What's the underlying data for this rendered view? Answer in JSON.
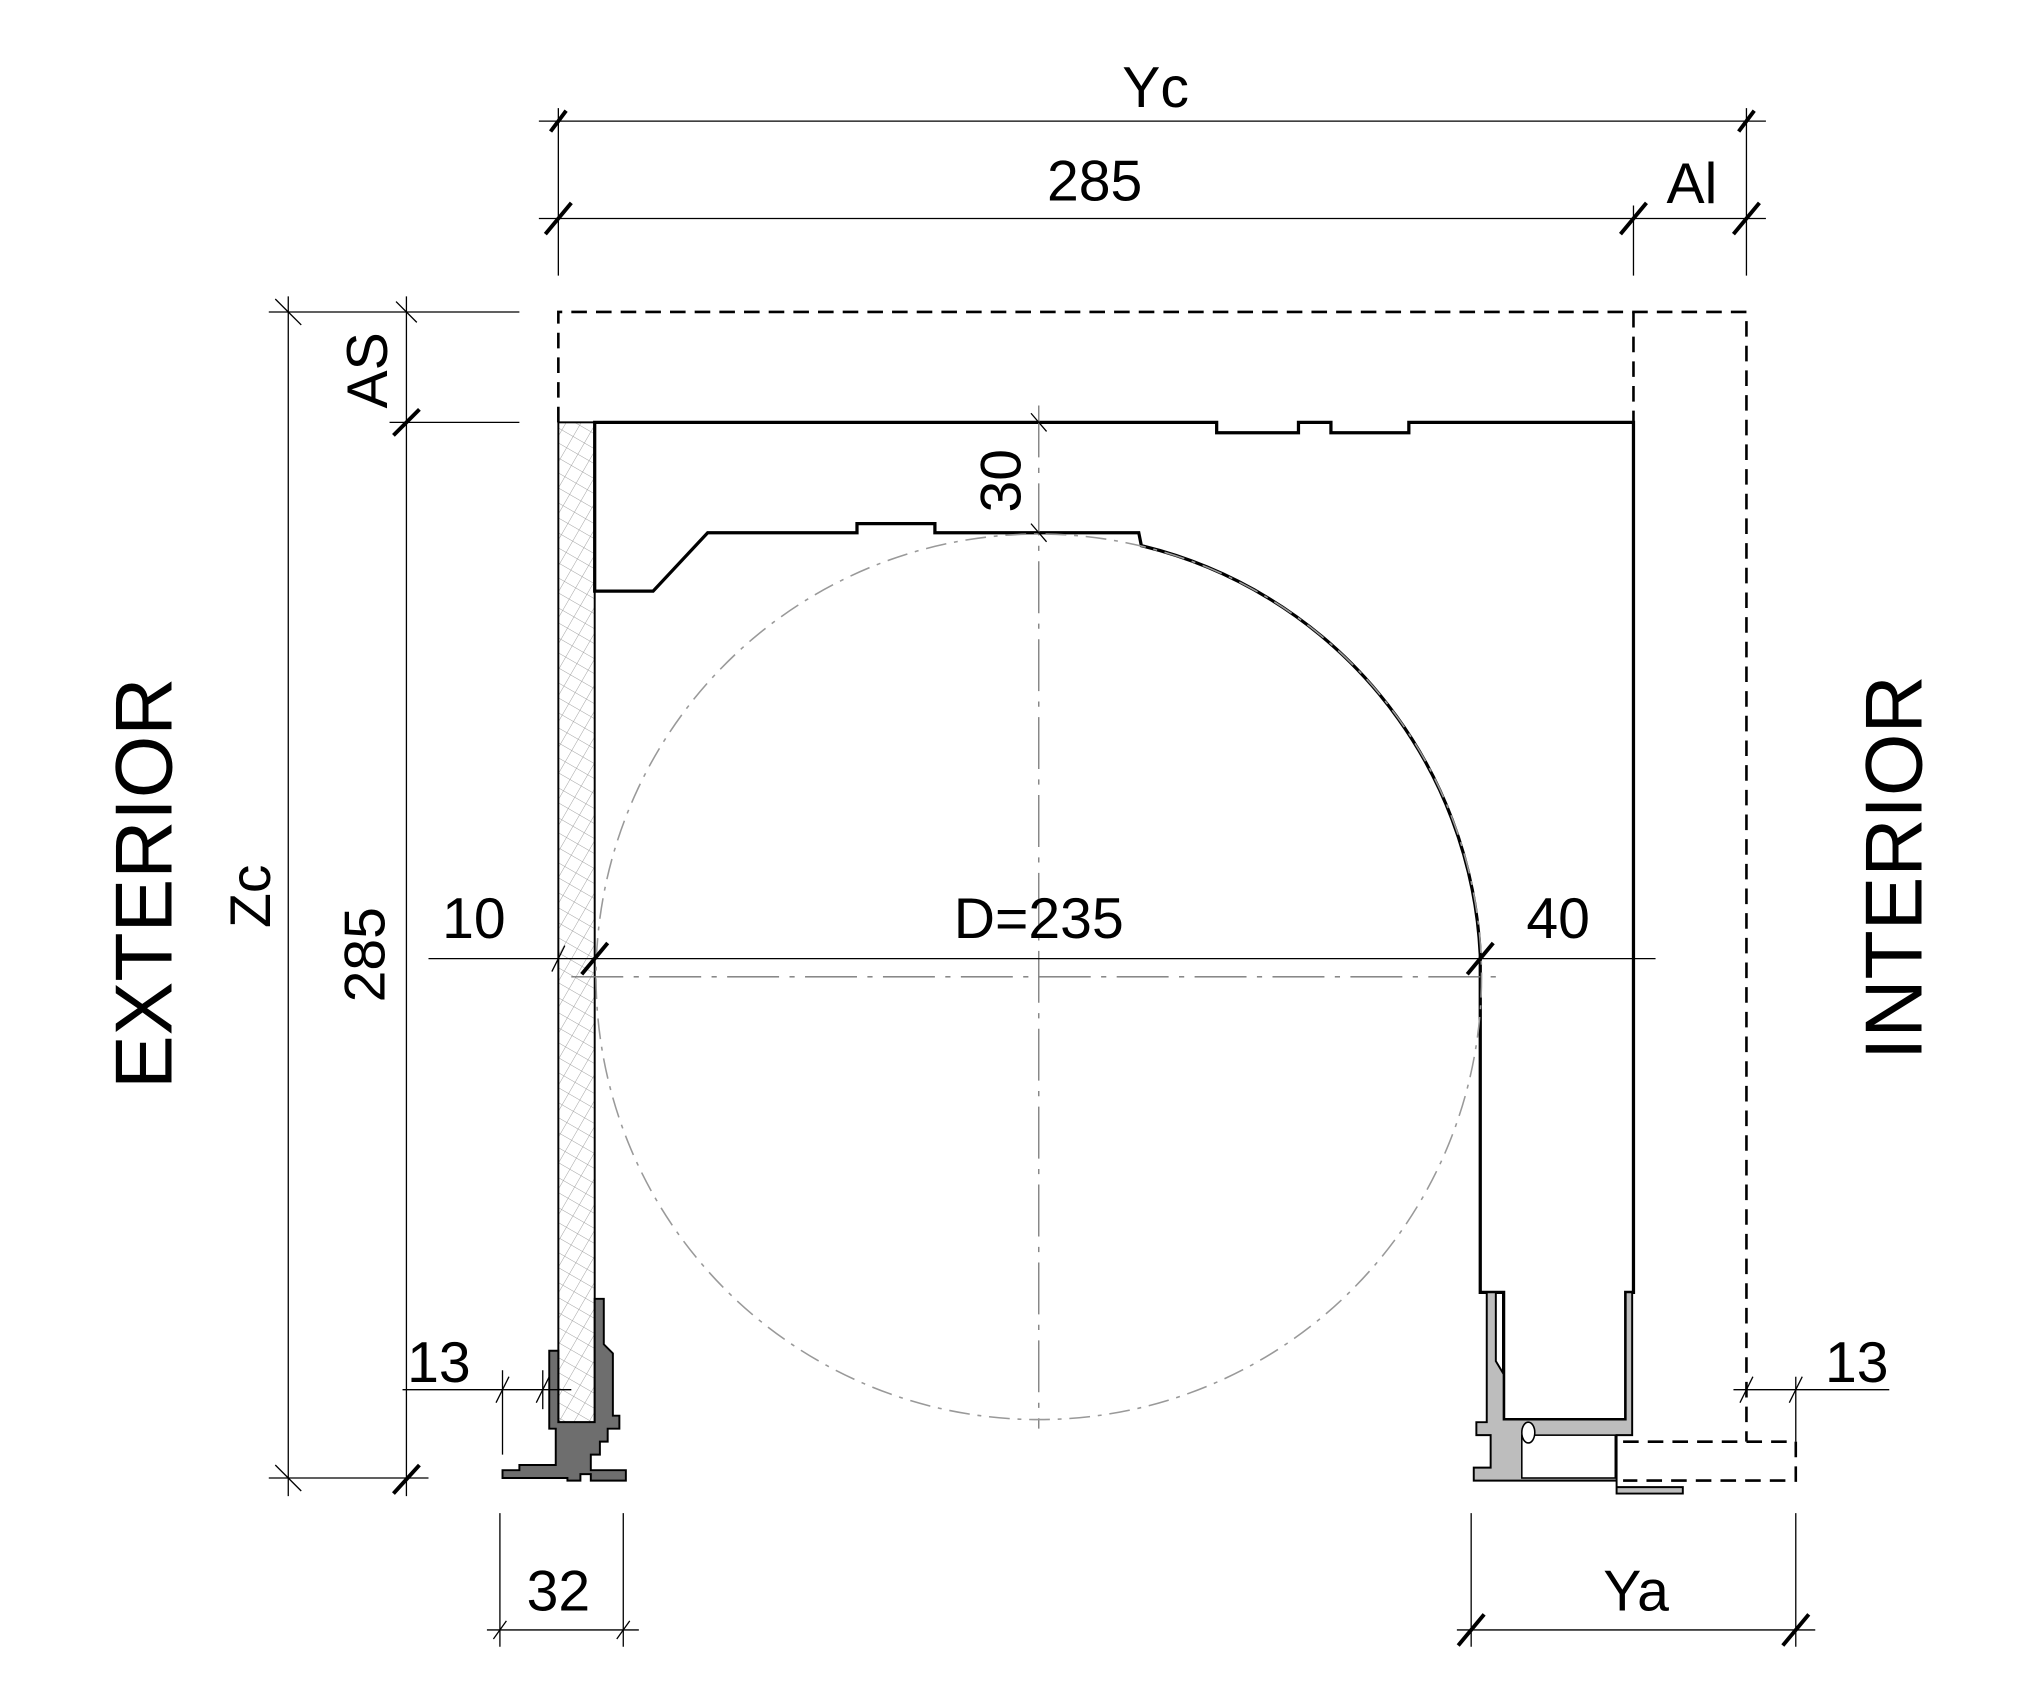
{
  "labels": {
    "exterior": "EXTERIOR",
    "interior": "INTERIOR",
    "overall_width": "Yc",
    "overall_height": "Zc",
    "box_width": "285",
    "box_height": "285",
    "interior_allowance": "Al",
    "top_allowance": "AS",
    "top_thickness": "30",
    "left_gap": "10",
    "diameter": "D=235",
    "right_thickness": "40",
    "left_offset": "13",
    "right_offset": "13",
    "guide_width": "32",
    "right_guide_width": "Ya"
  },
  "colors": {
    "line": "#000000",
    "left_profile": "#6e6e6e",
    "right_profile": "#bdbdbd",
    "hatch": "#888888"
  }
}
